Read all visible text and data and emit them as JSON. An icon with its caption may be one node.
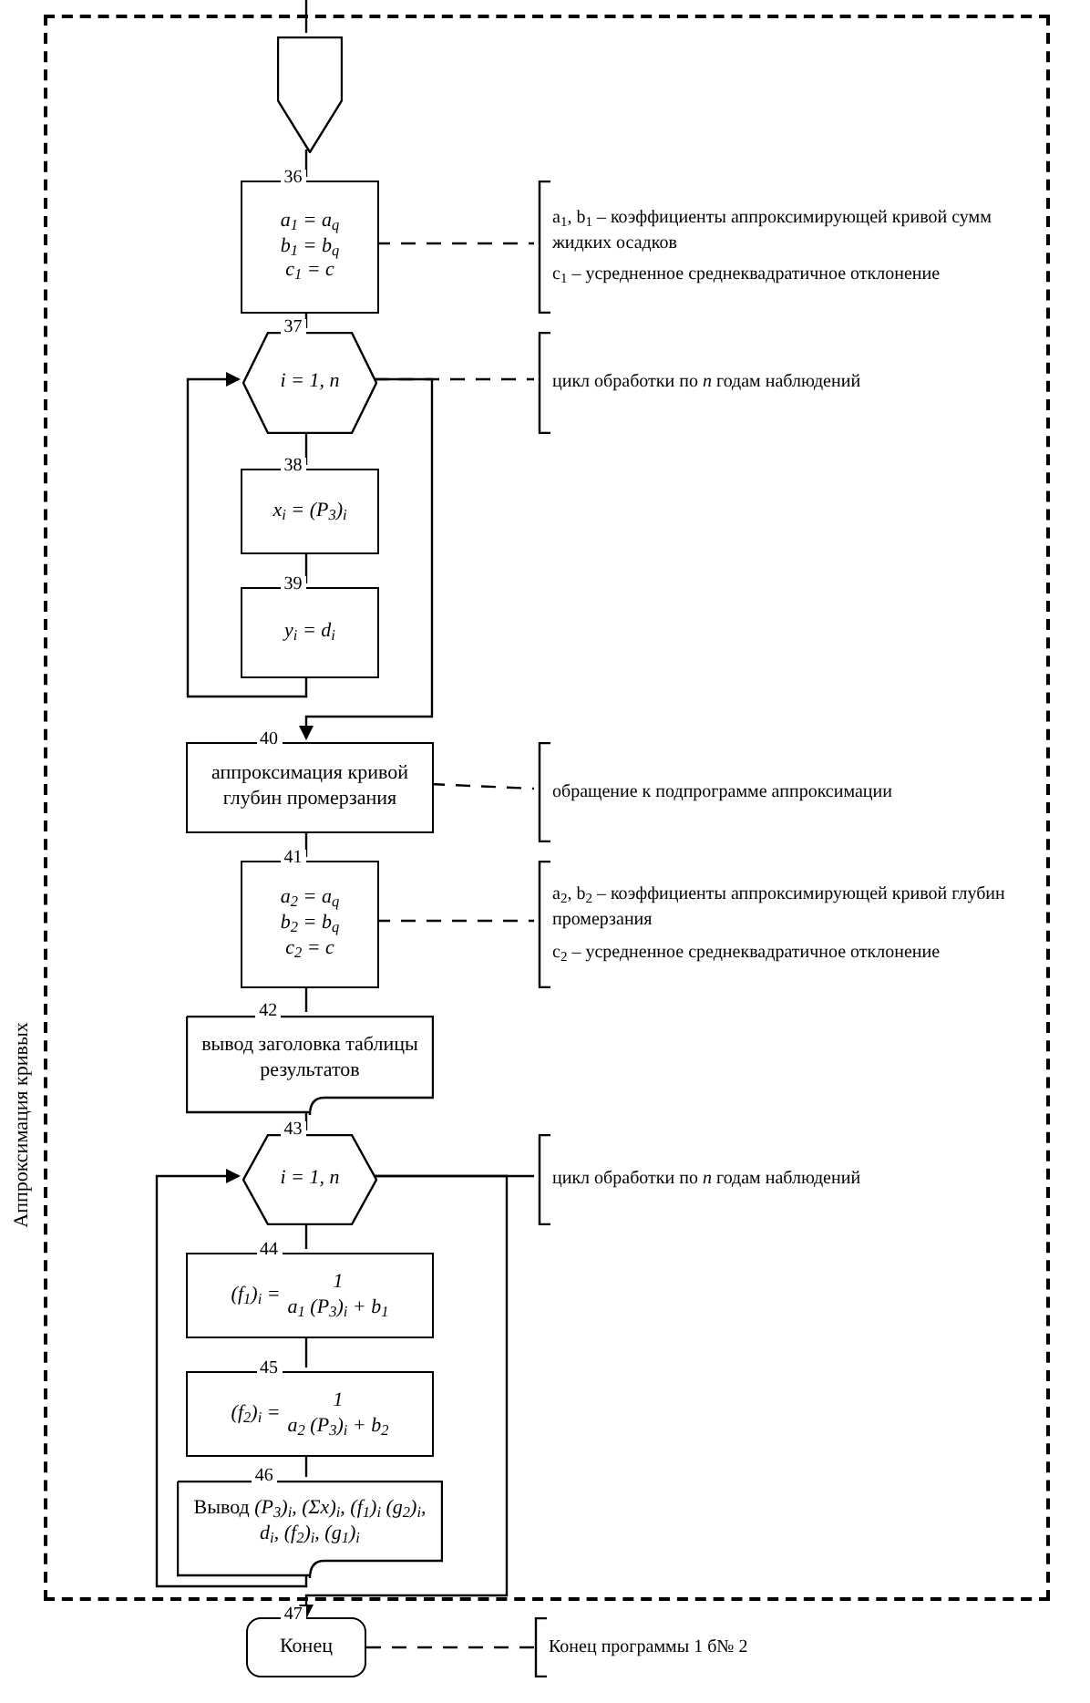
{
  "diagram": {
    "nodes": [
      {
        "text": [
          "Аппроксимация кривых"
        ]
      },
      {
        "text": [],
        "shape": "pentagon",
        "in": 0
      },
      {
        "text": [
          "36",
          "a$_{1}$ = a$_{q}$",
          "b$_{1}$ = b$_{q}$",
          "c$_{1}$ = c"
        ],
        "in": 0
      },
      {
        "text": [
          "a$_{1}$, b$_{1}$ – коэффициенты аппроксимирующей кривой сумм жидких осадков",
          "c$_{1}$ – усредненное среднеквадратичное отклонение"
        ],
        "in": 0
      },
      {
        "text": [
          "37",
          "i = 1, n"
        ],
        "in": 0
      },
      {
        "text": [
          "цикл обработки по *n* годам наблюдений"
        ],
        "in": 0
      },
      {
        "text": [
          "38",
          "x$_{i}$ = (P$_{3}$)$_{i}$"
        ],
        "in": 0
      },
      {
        "text": [
          "39",
          "y$_{i}$ = d$_{i}$"
        ],
        "in": 0
      },
      {
        "text": [
          "40",
          "аппроксимация кривой глубин промерзания"
        ],
        "in": 0
      },
      {
        "text": [
          "обращение к подпрограмме аппроксимации"
        ],
        "in": 0
      },
      {
        "text": [
          "41",
          "a$_{2}$ = a$_{q}$",
          "b$_{2}$ = b$_{q}$",
          "c$_{2}$ = c"
        ],
        "in": 0
      },
      {
        "text": [
          "a$_{2}$, b$_{2}$ – коэффициенты аппроксимирующей кривой глубин промерзания",
          "c$_{2}$ – усредненное среднеквадратичное отклонение"
        ],
        "in": 0
      },
      {
        "text": [
          "42",
          "вывод заголовка таблицы результатов"
        ],
        "in": 0
      },
      {
        "text": [
          "43",
          "i = 1, n"
        ],
        "in": 0
      },
      {
        "text": [
          "цикл обработки по *n* годам наблюдений"
        ],
        "in": 0
      },
      {
        "text": [
          "44",
          "(f$_{1}$)$_{i}$ =",
          "1",
          "a$_{1}$ (P$_{3}$)$_{i}$ + b$_{1}$"
        ],
        "in": 0
      },
      {
        "text": [
          "45",
          "(f$_{2}$)$_{i}$ =",
          "1",
          "a$_{2}$ (P$_{3}$)$_{i}$ + b$_{2}$"
        ],
        "in": 0
      },
      {
        "text": [
          "46",
          "Вывод *(P$_{3}$)$_{i}$, (Σx)$_{i}$, (f$_{1}$)$_{i}$ (g$_{2}$)$_{i}$, d$_{i}$, (f$_{2}$)$_{i}$, (g$_{1}$)$_{i}$*"
        ],
        "in": 0
      },
      {
        "text": [
          "47",
          "Конец"
        ]
      },
      {
        "text": [
          "Конец программы 1 б№ 2"
        ]
      }
    ],
    "edges": [
      {
        "from": null,
        "to": 1,
        "arrow": "none"
      },
      {
        "from": 1,
        "to": 2,
        "arrow": "none"
      },
      {
        "from": 2,
        "to": 4,
        "arrow": "none"
      },
      {
        "from": 2,
        "to": 3,
        "arrow": "none",
        "style": "dashed"
      },
      {
        "from": 4,
        "to": 6,
        "arrow": "none"
      },
      {
        "from": 6,
        "to": 7,
        "arrow": "none"
      },
      {
        "from": 7,
        "to": 4,
        "arrow": "to"
      },
      {
        "from": 4,
        "to": 8,
        "arrow": "to"
      },
      {
        "from": 4,
        "to": 5,
        "arrow": "none",
        "style": "dashed"
      },
      {
        "from": 8,
        "to": 9,
        "arrow": "none",
        "style": "dashed"
      },
      {
        "from": 8,
        "to": 10,
        "arrow": "none"
      },
      {
        "from": 10,
        "to": 11,
        "arrow": "none",
        "style": "dashed"
      },
      {
        "from": 10,
        "to": 12,
        "arrow": "none"
      },
      {
        "from": 12,
        "to": 13,
        "arrow": "none"
      },
      {
        "from": 13,
        "to": 14,
        "arrow": "none"
      },
      {
        "from": 13,
        "to": 15,
        "arrow": "none"
      },
      {
        "from": 15,
        "to": 16,
        "arrow": "none"
      },
      {
        "from": 16,
        "to": 17,
        "arrow": "none"
      },
      {
        "from": 17,
        "to": 13,
        "arrow": "to"
      },
      {
        "from": 13,
        "to": 18,
        "arrow": "to"
      },
      {
        "from": 18,
        "to": 19,
        "arrow": "none",
        "style": "dashed"
      }
    ]
  }
}
